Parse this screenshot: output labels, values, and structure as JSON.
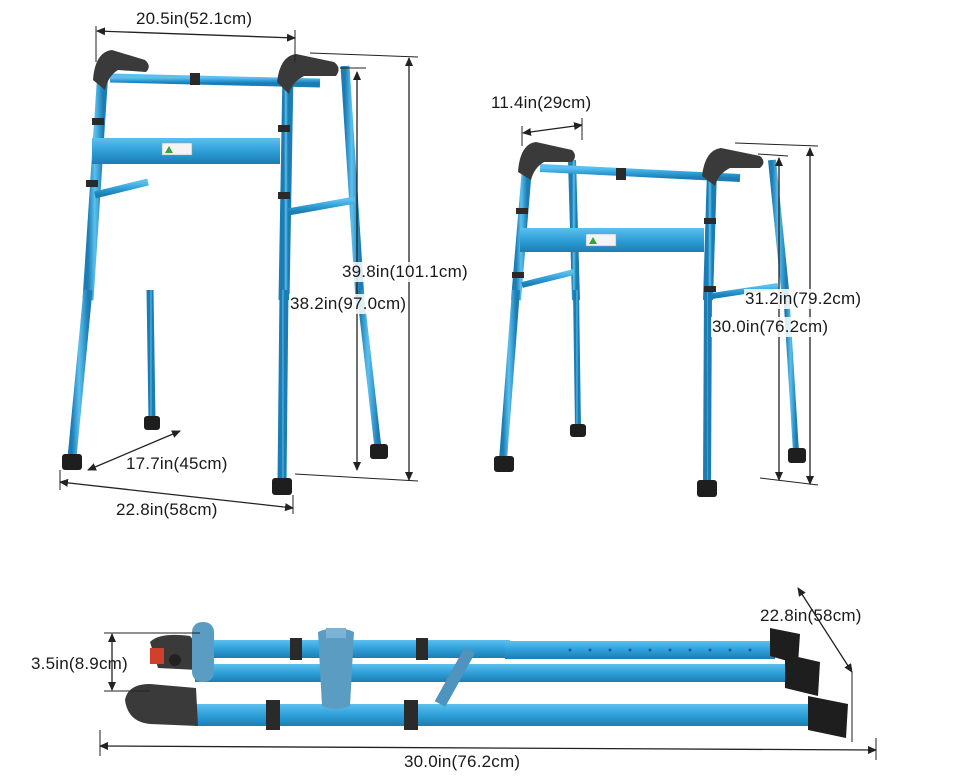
{
  "colors": {
    "frame": "#2f9fd8",
    "frame_dark": "#1b7db3",
    "frame_light": "#5cc0ee",
    "grip": "#3a3a3a",
    "tip": "#1e1e1e",
    "dimension_line": "#222222",
    "background": "#ffffff"
  },
  "dimensions": {
    "tall_width": "20.5in(52.1cm)",
    "tall_max_height": "39.8in(101.1cm)",
    "tall_min_height": "38.2in(97.0cm)",
    "tall_inner_depth": "17.7in(45cm)",
    "tall_depth": "22.8in(58cm)",
    "short_width": "11.4in(29cm)",
    "short_max_height": "31.2in(79.2cm)",
    "short_min_height": "30.0in(76.2cm)",
    "folded_thickness": "3.5in(8.9cm)",
    "folded_width": "22.8in(58cm)",
    "folded_length": "30.0in(76.2cm)"
  },
  "icons": [
    "walker-expanded-icon",
    "walker-compact-icon",
    "walker-folded-icon",
    "warning-sticker-icon"
  ]
}
